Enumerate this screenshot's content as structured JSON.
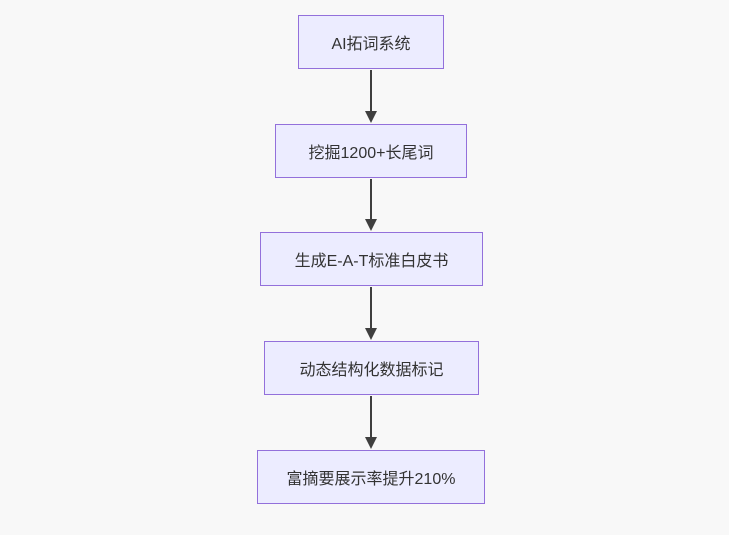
{
  "diagram": {
    "type": "flowchart",
    "direction": "top-down",
    "nodes": [
      {
        "id": "n1",
        "label": "AI拓词系统"
      },
      {
        "id": "n2",
        "label": "挖掘1200+长尾词"
      },
      {
        "id": "n3",
        "label": "生成E-A-T标准白皮书"
      },
      {
        "id": "n4",
        "label": "动态结构化数据标记"
      },
      {
        "id": "n5",
        "label": "富摘要展示率提升210%"
      }
    ],
    "edges": [
      {
        "from": "n1",
        "to": "n2"
      },
      {
        "from": "n2",
        "to": "n3"
      },
      {
        "from": "n3",
        "to": "n4"
      },
      {
        "from": "n4",
        "to": "n5"
      }
    ],
    "colors": {
      "canvas_background": "#f8f8f8",
      "node_fill": "#ececff",
      "node_border": "#9370db",
      "node_text": "#333333",
      "arrow": "#3f3f3f"
    }
  }
}
